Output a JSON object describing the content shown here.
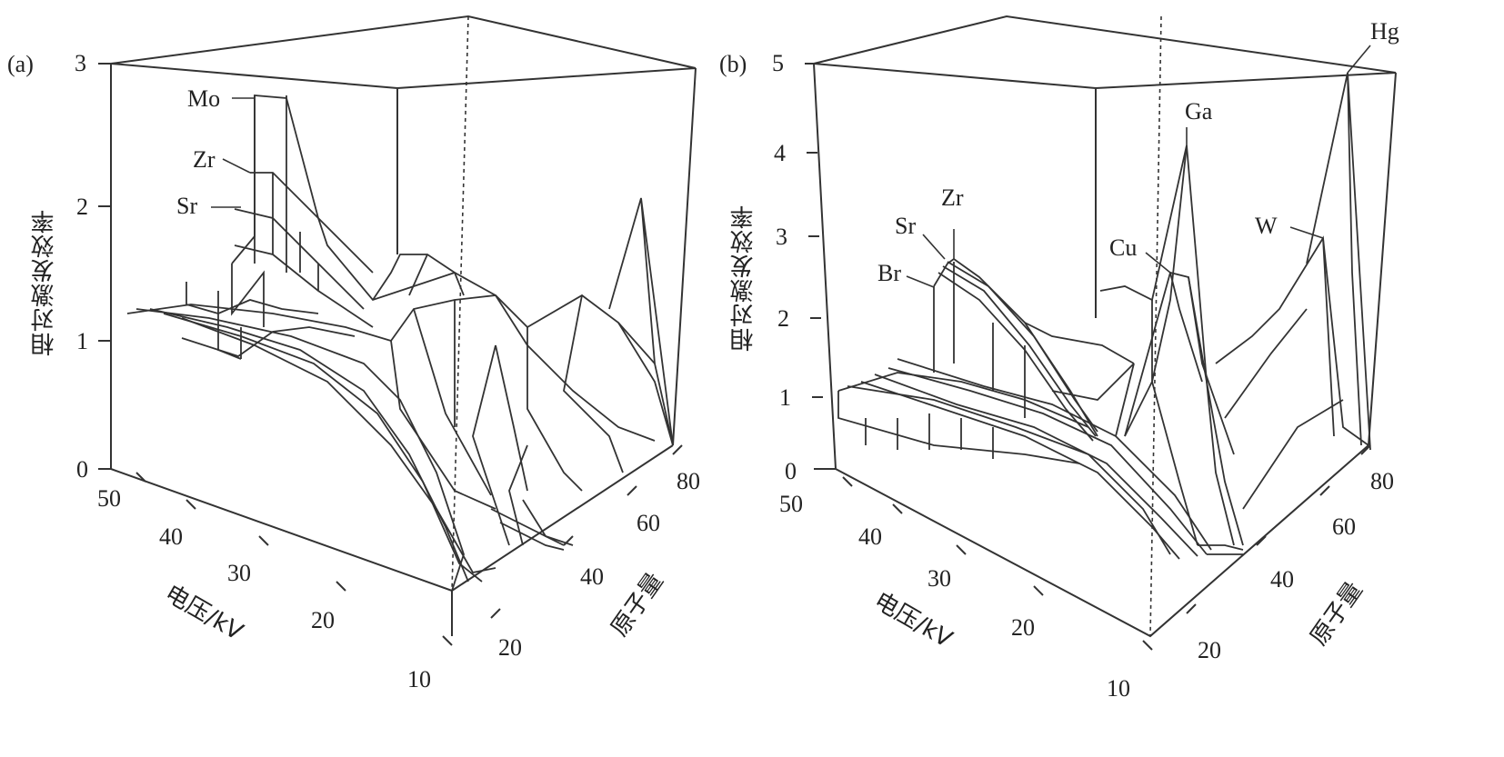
{
  "chart_data": [
    {
      "panel_label": "(a)",
      "type": "surface",
      "zlabel": "相对激发效率",
      "xlabel": "电压/kV",
      "ylabel": "原子量",
      "z_ticks": [
        "0",
        "1",
        "2",
        "3"
      ],
      "x_ticks": [
        "50",
        "40",
        "30",
        "20",
        "10"
      ],
      "y_ticks": [
        "20",
        "40",
        "60",
        "80"
      ],
      "zlim": [
        0,
        3
      ],
      "annotations": [
        "Mo",
        "Zr",
        "Sr"
      ],
      "grid": false
    },
    {
      "panel_label": "(b)",
      "type": "surface",
      "zlabel": "相对激发效率",
      "xlabel": "电压/kV",
      "ylabel": "原子量",
      "z_ticks": [
        "0",
        "1",
        "2",
        "3",
        "4",
        "5"
      ],
      "x_ticks": [
        "50",
        "40",
        "30",
        "20",
        "10"
      ],
      "y_ticks": [
        "20",
        "40",
        "60",
        "80"
      ],
      "zlim": [
        0,
        5
      ],
      "annotations": [
        "Zr",
        "Sr",
        "Br",
        "Cu",
        "Ga",
        "W",
        "Hg"
      ],
      "grid": false
    }
  ]
}
